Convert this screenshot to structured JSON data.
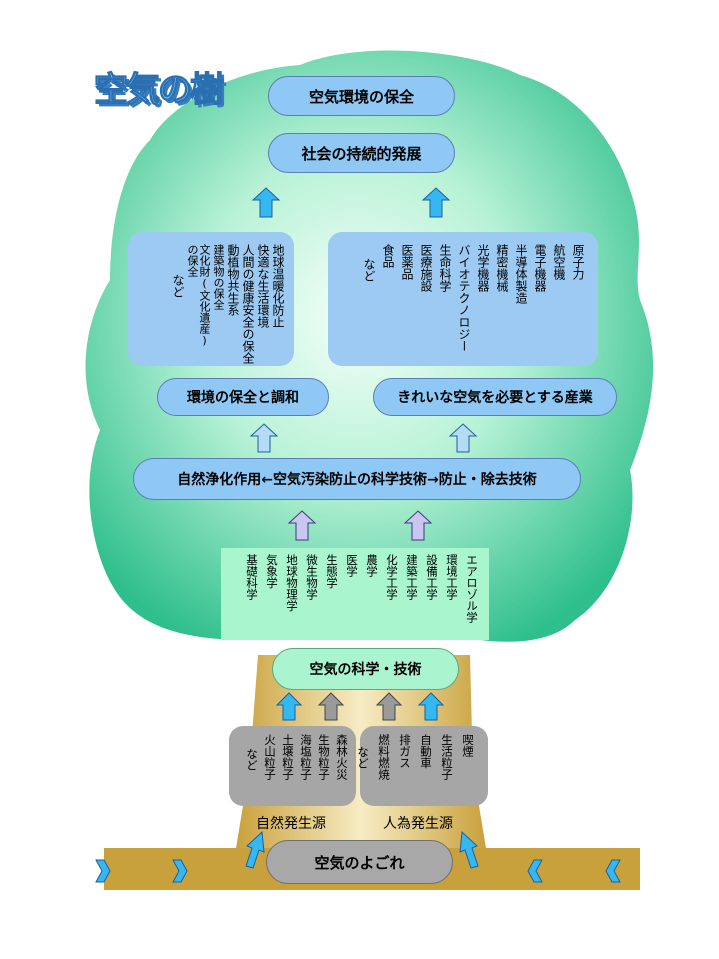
{
  "title": "空気の樹",
  "crown": {
    "top_goal": "空気環境の保全",
    "second_goal": "社会の持続的発展",
    "left_panel_items": [
      "地球温暖化防止",
      "快適な生活環境",
      "人間の健康安全の保全",
      "動植物共生系",
      "建築物の保全",
      "文化財(文化遺産)の保全",
      "など"
    ],
    "right_panel_items": [
      "原子力",
      "航空機",
      "電子機器",
      "半導体製造",
      "精密機械",
      "光学機器",
      "バイオテクノロジー",
      "生命科学",
      "医療施設",
      "医薬品",
      "食品",
      "など"
    ],
    "left_pill": "環境の保全と調和",
    "right_pill": "きれいな空気を必要とする産業",
    "wide_pill": "自然浄化作用←空気汚染防止の科学技術→防止・除去技術",
    "science_items": [
      "エアロゾル学",
      "環境工学",
      "設備工学",
      "建築工学",
      "化学工学",
      "農学",
      "医学",
      "生態学",
      "微生物学",
      "地球物理学",
      "気象学",
      "基礎科学"
    ]
  },
  "trunk": {
    "core_pill": "空気の科学・技術",
    "natural_items": [
      "森林火災",
      "生物粒子",
      "海塩粒子",
      "土壌粒子",
      "火山粒子",
      "など"
    ],
    "human_items": [
      "喫煙",
      "生活粒子",
      "自動車",
      "排ガス",
      "燃料燃焼",
      "など"
    ],
    "natural_label": "自然発生源",
    "human_label": "人為発生源"
  },
  "roots": {
    "pollution_pill": "空気のよごれ"
  },
  "colors": {
    "crown_green": "#33c48f",
    "crown_light": "#e9fff4",
    "trunk_tan": "#c9a13c",
    "trunk_light": "#f4e6b4",
    "arrow_blue": "#35b8f2",
    "arrow_lavender": "#c9c6f2",
    "arrow_gray": "#9a9a9a"
  }
}
